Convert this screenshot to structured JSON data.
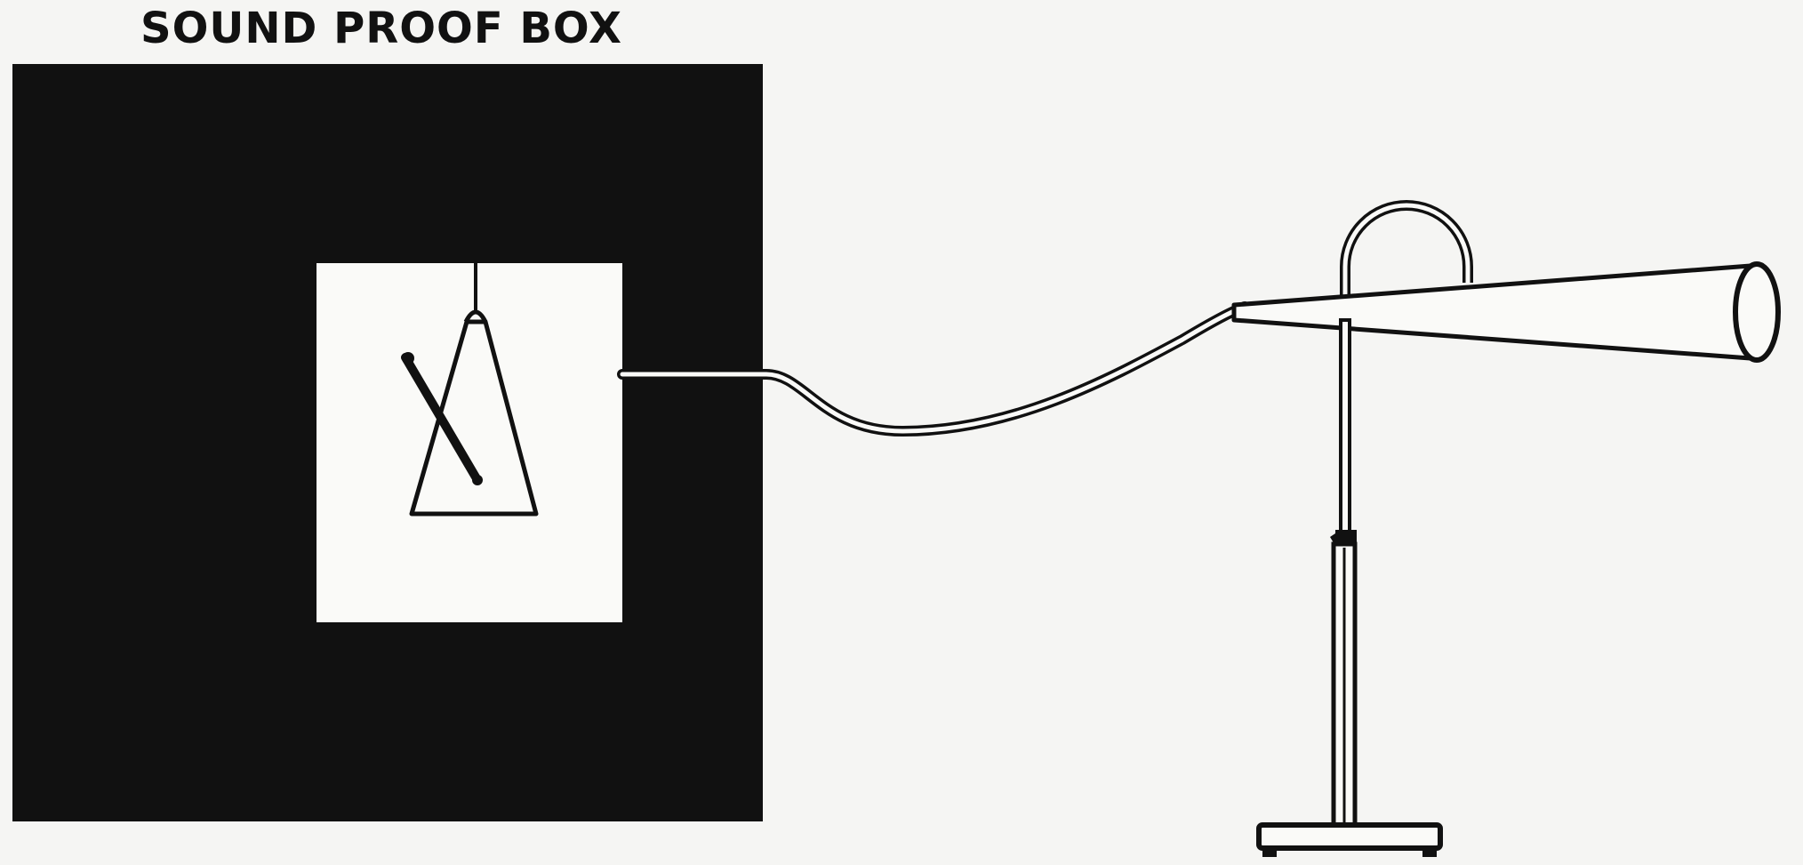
{
  "label": {
    "text": "SOUND PROOF BOX"
  },
  "colors": {
    "ink": "#111111",
    "paper": "#f5f5f3",
    "window": "#fafaf8"
  },
  "icons": {
    "metronome": "metronome-icon",
    "tube": "tube",
    "horn": "horn",
    "stand": "stand"
  }
}
